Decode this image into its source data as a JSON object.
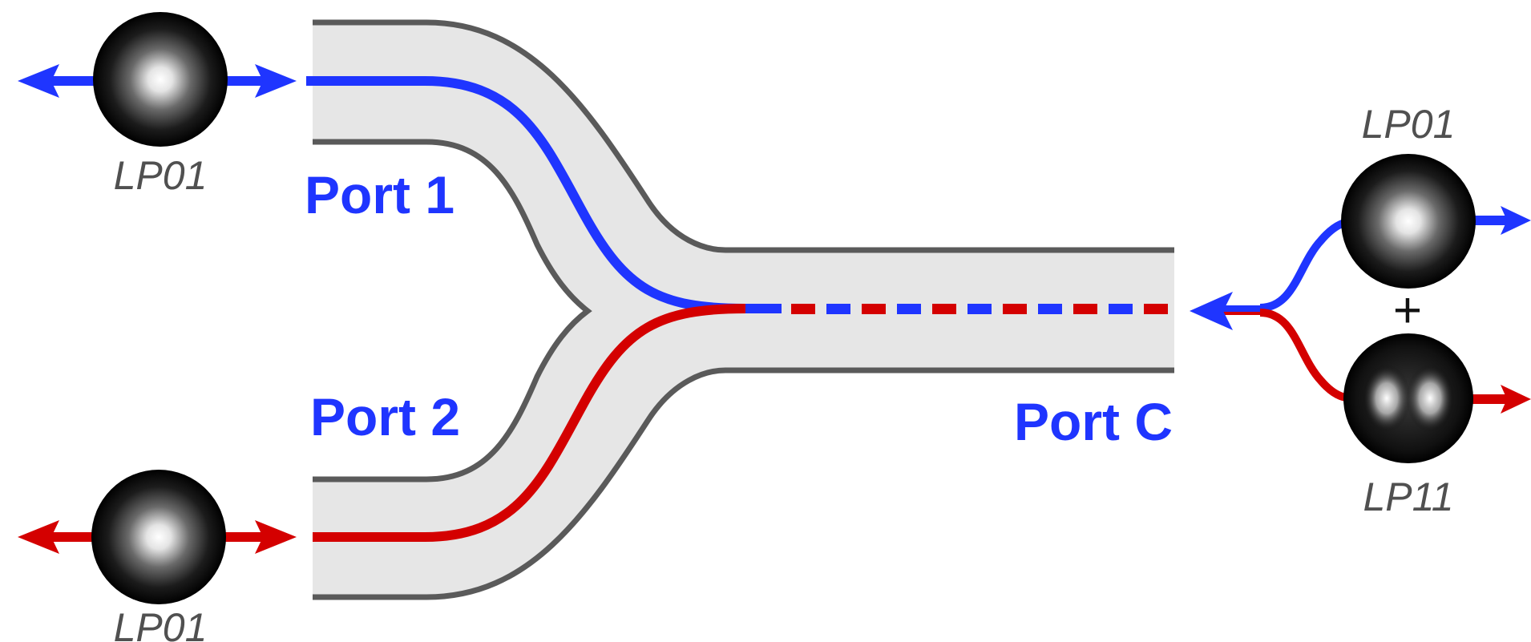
{
  "colors": {
    "blue": "#1f35ff",
    "red": "#d40000",
    "waveguide_fill": "#e6e6e6",
    "waveguide_outline": "#5a5a5a",
    "mode_label": "#505050",
    "plus": "#111111"
  },
  "ports": {
    "port1": "Port 1",
    "port2": "Port 2",
    "portC": "Port C"
  },
  "modes": {
    "top_left": "LP01",
    "bottom_left": "LP01",
    "right_top": "LP01",
    "right_bottom": "LP11"
  },
  "plus": "+",
  "icons": {
    "lp01": "single-lobe-mode-icon",
    "lp11": "two-lobe-mode-icon",
    "arrow": "bidirectional-arrow-icon"
  }
}
